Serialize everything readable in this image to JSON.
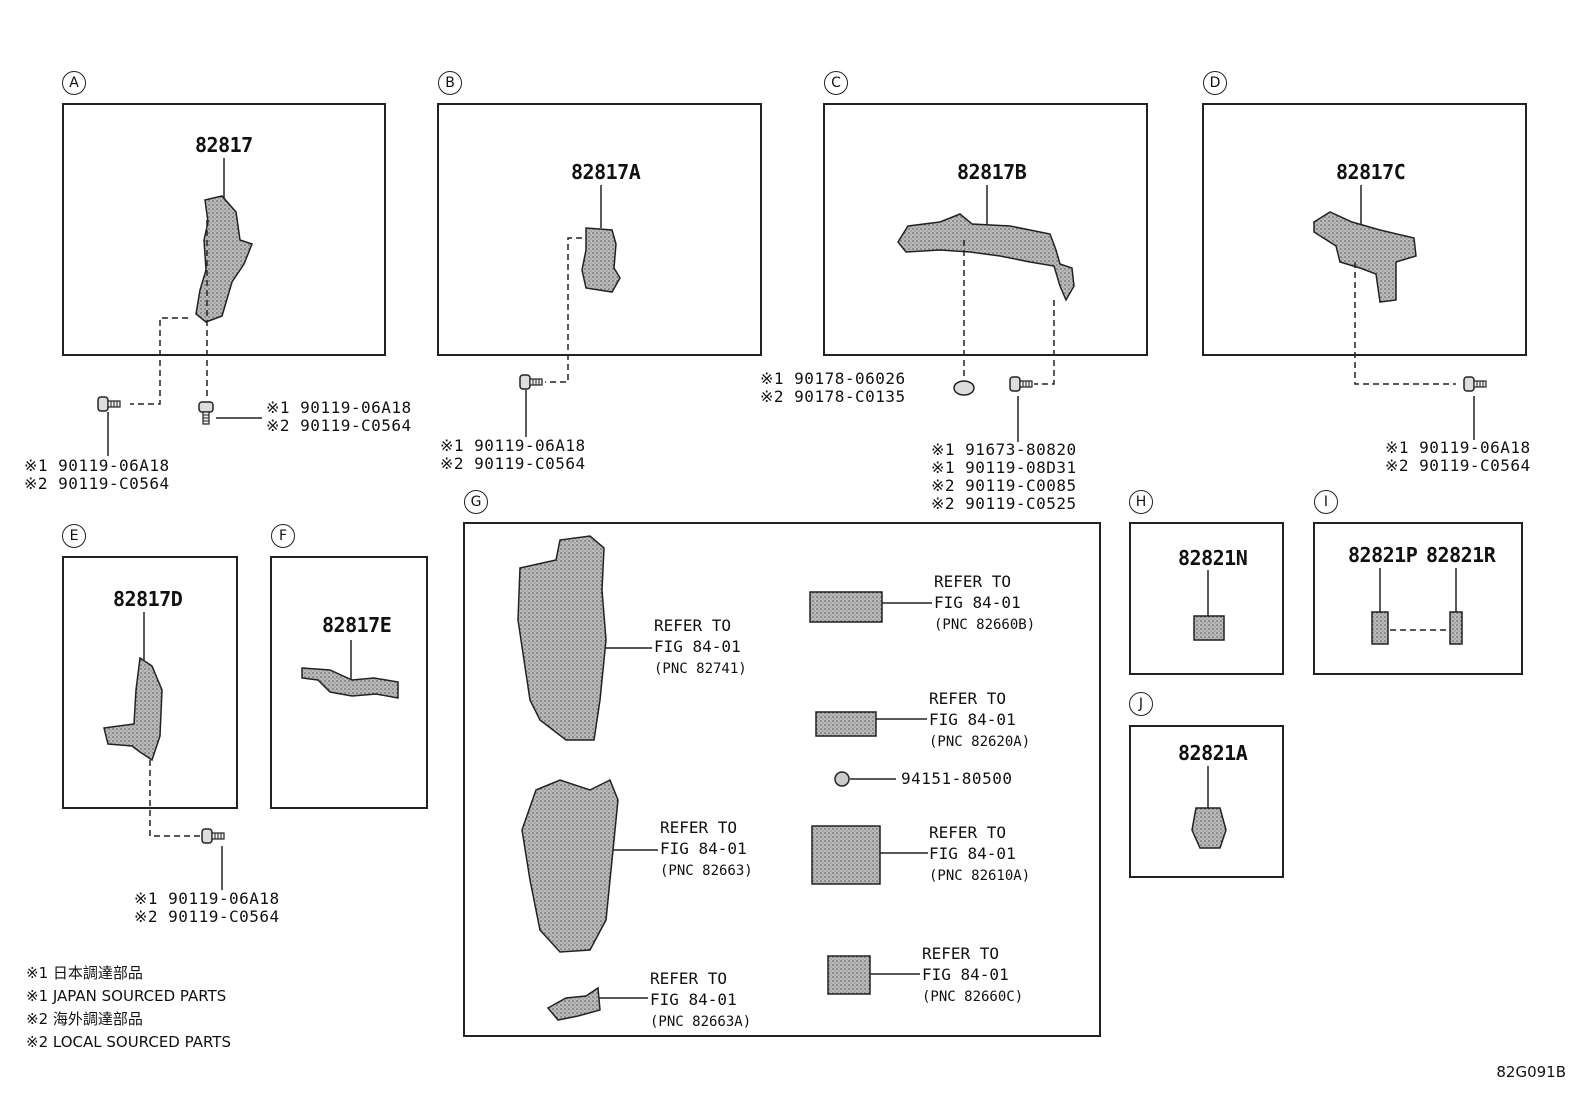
{
  "sections": {
    "A": {
      "letter": "A",
      "part": "82817",
      "note1": "※1 90119-06A18\n※2 90119-C0564",
      "note2": "※1 90119-06A18\n※2 90119-C0564"
    },
    "B": {
      "letter": "B",
      "part": "82817A",
      "note1": "※1 90119-06A18\n※2 90119-C0564"
    },
    "C": {
      "letter": "C",
      "part": "82817B",
      "note1": "※1 90178-06026\n※2 90178-C0135",
      "note2": "※1 91673-80820\n※1 90119-08D31\n※2 90119-C0085\n※2 90119-C0525"
    },
    "D": {
      "letter": "D",
      "part": "82817C",
      "note1": "※1 90119-06A18\n※2 90119-C0564"
    },
    "E": {
      "letter": "E",
      "part": "82817D",
      "note1": "※1 90119-06A18\n※2 90119-C0564"
    },
    "F": {
      "letter": "F",
      "part": "82817E"
    },
    "G": {
      "letter": "G",
      "refs": [
        {
          "l1": "REFER TO",
          "l2": "FIG 84-01",
          "l3": "(PNC 82741)"
        },
        {
          "l1": "REFER TO",
          "l2": "FIG 84-01",
          "l3": "(PNC 82660B)"
        },
        {
          "l1": "REFER TO",
          "l2": "FIG 84-01",
          "l3": "(PNC 82620A)"
        },
        {
          "l1": "REFER TO",
          "l2": "FIG 84-01",
          "l3": "(PNC 82663)"
        },
        {
          "l1": "REFER TO",
          "l2": "FIG 84-01",
          "l3": "(PNC 82610A)"
        },
        {
          "l1": "REFER TO",
          "l2": "FIG 84-01",
          "l3": "(PNC 82660C)"
        },
        {
          "l1": "REFER TO",
          "l2": "FIG 84-01",
          "l3": "(PNC 82663A)"
        }
      ],
      "clip": "94151-80500"
    },
    "H": {
      "letter": "H",
      "part": "82821N"
    },
    "I": {
      "letter": "I",
      "part1": "82821P",
      "part2": "82821R"
    },
    "J": {
      "letter": "J",
      "part": "82821A"
    }
  },
  "legend": "※1 日本調達部品\n※1 JAPAN SOURCED PARTS\n※2 海外調達部品\n※2 LOCAL SOURCED PARTS",
  "diagram_code": "82G091B"
}
